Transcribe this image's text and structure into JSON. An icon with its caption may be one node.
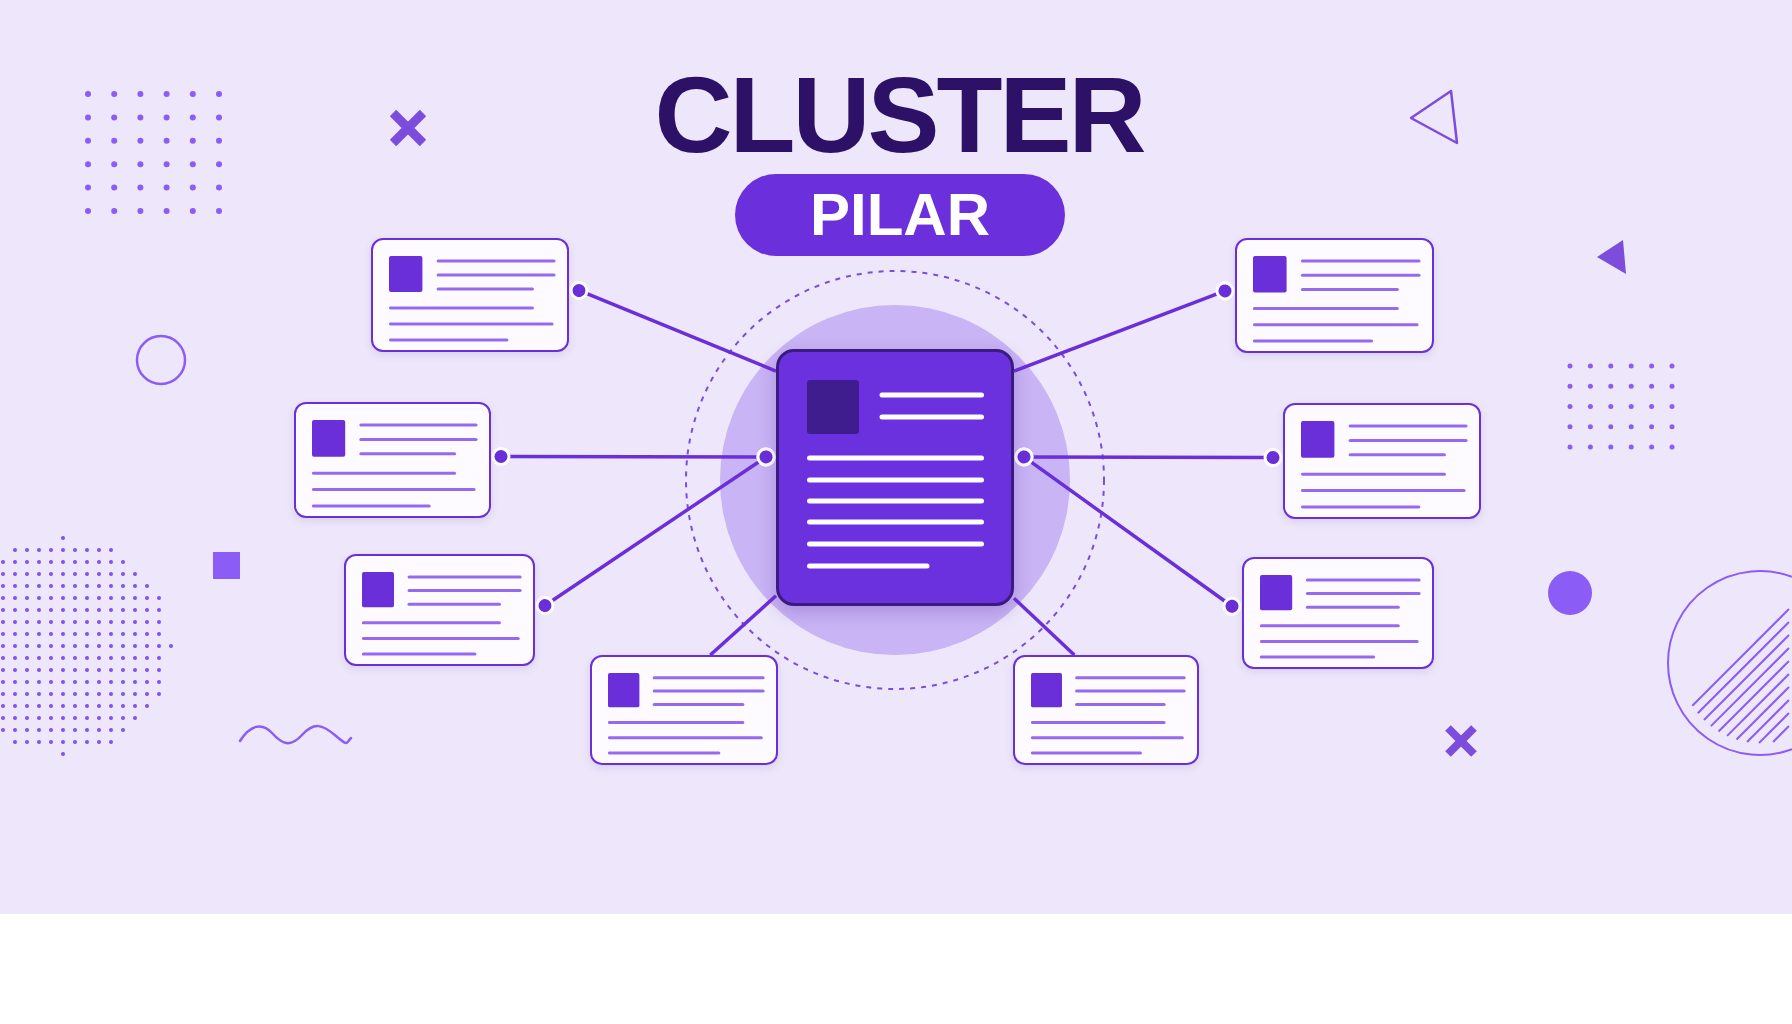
{
  "diagram": {
    "title": "CLUSTER",
    "nodes": [
      {
        "text": [
          "PILAR"
        ]
      },
      {
        "text": [],
        "shape": "document"
      },
      {
        "text": [],
        "shape": "document"
      },
      {
        "text": [],
        "shape": "document"
      },
      {
        "text": [],
        "shape": "document"
      },
      {
        "text": [],
        "shape": "document"
      },
      {
        "text": [],
        "shape": "document"
      },
      {
        "text": [],
        "shape": "document"
      },
      {
        "text": [],
        "shape": "document"
      },
      {
        "text": [],
        "shape": "document"
      }
    ],
    "edges": [
      {
        "from": 1,
        "to": 2,
        "arrow": "other"
      },
      {
        "from": 1,
        "to": 3,
        "arrow": "other"
      },
      {
        "from": 1,
        "to": 4,
        "arrow": "other"
      },
      {
        "from": 1,
        "to": 5,
        "arrow": "other"
      },
      {
        "from": 1,
        "to": 6,
        "arrow": "other"
      },
      {
        "from": 1,
        "to": 7,
        "arrow": "other"
      },
      {
        "from": 1,
        "to": 8,
        "arrow": "none"
      },
      {
        "from": 1,
        "to": 9,
        "arrow": "none"
      }
    ]
  }
}
